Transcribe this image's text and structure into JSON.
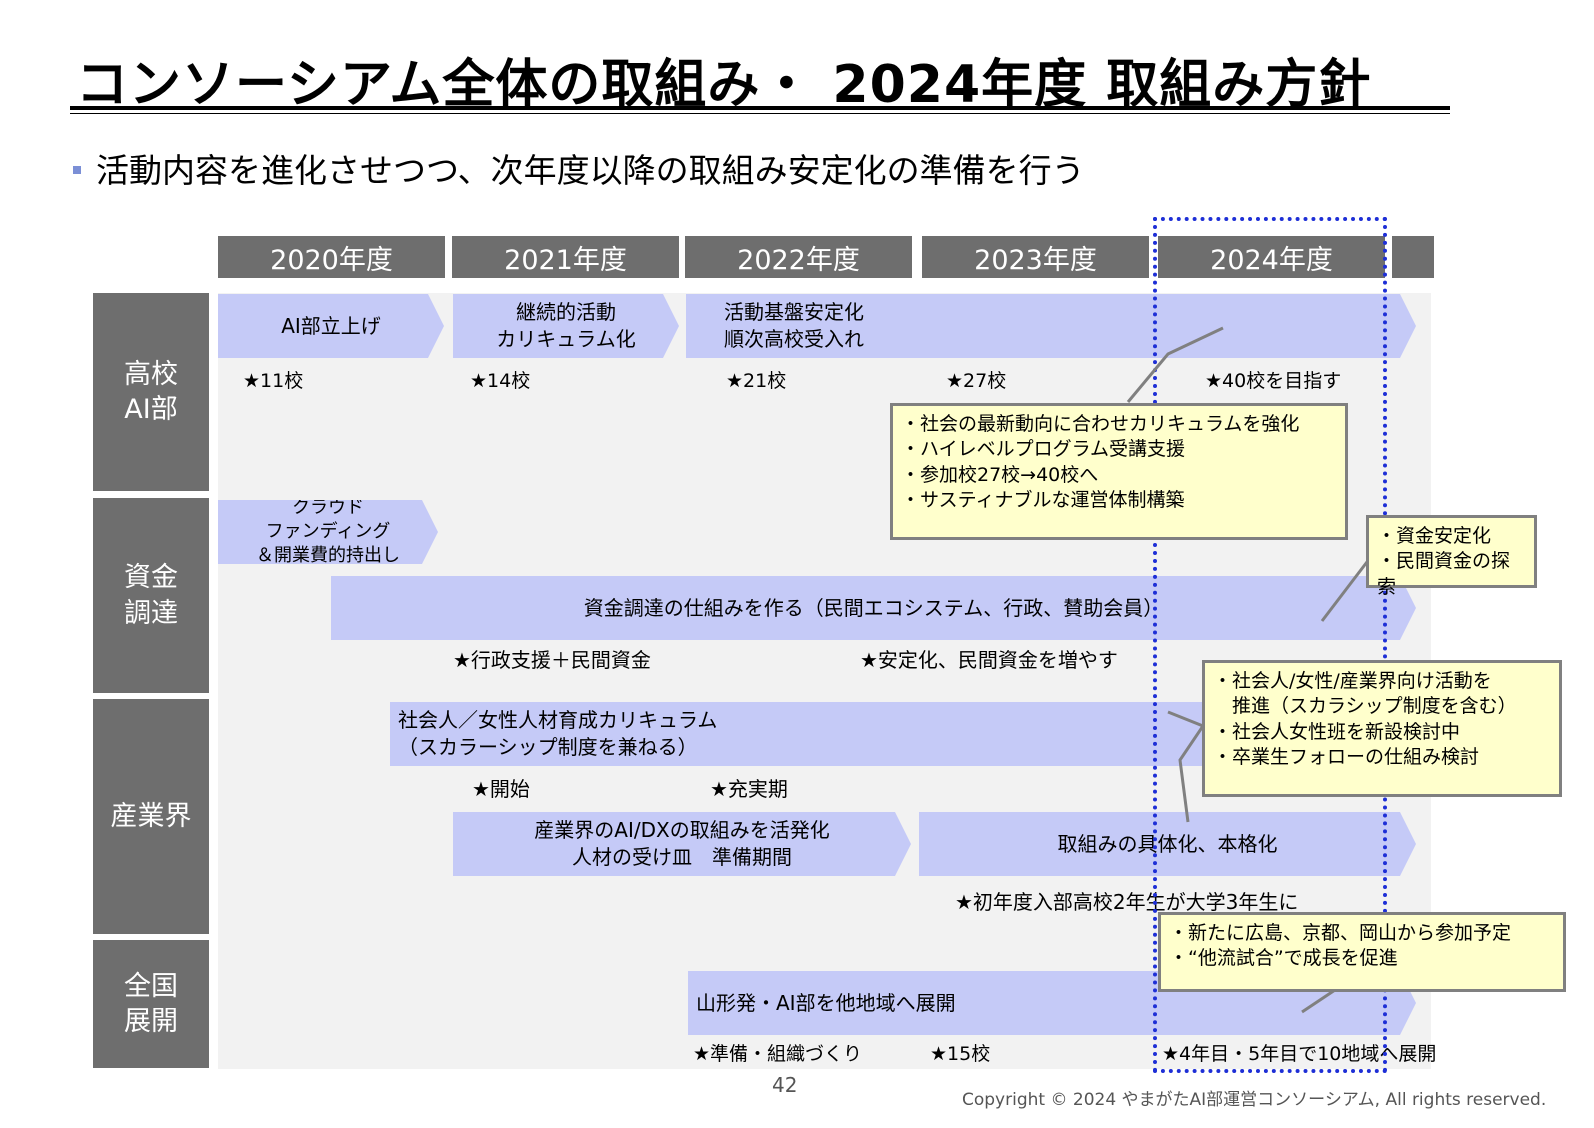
{
  "title": "コンソーシアム全体の取組み・ 2024年度 取組み方針",
  "subtitle": "活動内容を進化させつつ、次年度以降の取組み安定化の準備を行う",
  "years": [
    "2020年度",
    "2021年度",
    "2022年度",
    "2023年度",
    "2024年度"
  ],
  "rows": {
    "highschool": "高校\nAI部",
    "funding": "資金\n調達",
    "industry": "産業界",
    "national": "全国\n展開"
  },
  "arrows": {
    "hs_launch": "AI部立上げ",
    "hs_curriculum": "継続的活動\nカリキュラム化",
    "hs_stable": "活動基盤安定化\n順次高校受入れ",
    "fund_crowd": "クラウド\nファンディング\n＆開業費的持出し",
    "fund_system": "資金調達の仕組みを作る（民間エコシステム、行政、賛助会員）",
    "ind_women": "社会人／女性人材育成カリキュラム\n（スカラーシップ制度を兼ねる）",
    "ind_activate": "産業界のAI/DXの取組みを活発化\n人材の受け皿　準備期間",
    "ind_concrete": "取組みの具体化、本格化",
    "nat_expand": "山形発・AI部を他地域へ展開"
  },
  "stars": {
    "hs_2020": "★11校",
    "hs_2021": "★14校",
    "hs_2022": "★21校",
    "hs_2023": "★27校",
    "hs_2024": "★40校を目指す",
    "fund_a": "★行政支援＋民間資金",
    "fund_b": "★安定化、民間資金を増やす",
    "ind_start": "★開始",
    "ind_full": "★充実期",
    "ind_grad": "★初年度入部高校2年生が大学3年生に",
    "nat_prep": "★準備・組織づくり",
    "nat_15": "★15校",
    "nat_10": "★4年目・5年目で10地域へ展開"
  },
  "notes": {
    "hs": "・社会の最新動向に合わせカリキュラムを強化\n・ハイレベルプログラム受講支援\n・参加校27校→40校へ\n・サスティナブルな運営体制構築",
    "fund": "・資金安定化\n・民間資金の探索",
    "ind": "・社会人/女性/産業界向け活動を\n　推進（スカラシップ制度を含む）\n・社会人女性班を新設検討中\n・卒業生フォローの仕組み検討",
    "nat": "・新たに広島、京都、岡山から参加予定\n・“他流試合”で成長を促進"
  },
  "page_number": "42",
  "copyright": "Copyright © 2024 やまがたAI部運営コンソーシアム, All rights reserved.",
  "colors": {
    "header_gray": "#6e6e6e",
    "arrow_fill": "#c5caf7",
    "note_fill": "#ffffcc",
    "highlight_dots": "#1e2fd6"
  }
}
